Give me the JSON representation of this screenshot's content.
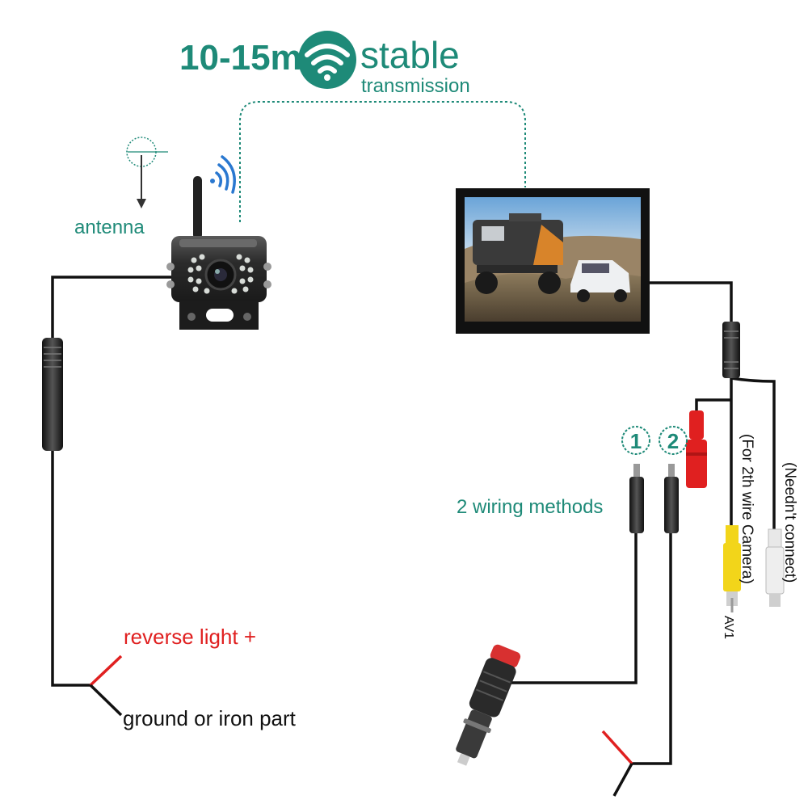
{
  "header": {
    "range": "10-15m",
    "stable": "stable",
    "transmission": "transmission"
  },
  "labels": {
    "antenna": "antenna",
    "wiring_methods": "2 wiring methods",
    "method_1": "1",
    "method_2": "2",
    "reverse_light": "reverse light +",
    "ground": "ground or iron part",
    "for_2th": "(For 2th wire Camera)",
    "neednt": "(Needn't connect)",
    "av1": "AV1"
  },
  "colors": {
    "teal": "#1e8a78",
    "red": "#e02020",
    "cable": "#111111",
    "yellow": "#f2d51a",
    "white_plug": "#e8e8e8"
  },
  "icons": {
    "wifi_badge": "wifi-icon",
    "camera_signal": "signal-icon",
    "antenna_marker": "antenna-marker-icon"
  }
}
